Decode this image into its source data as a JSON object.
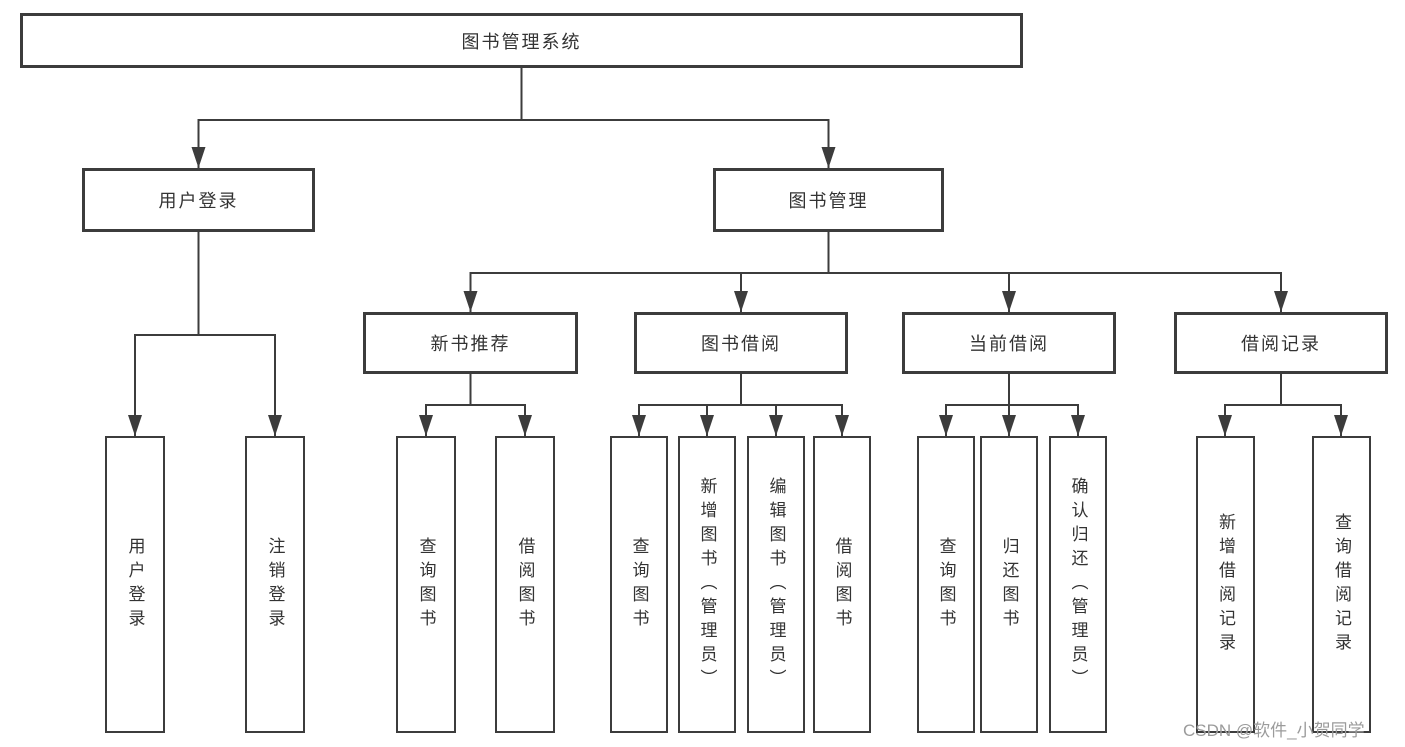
{
  "tree": {
    "root": "图书管理系统",
    "branches": [
      {
        "label": "用户登录",
        "children": [
          "用户登录",
          "注销登录"
        ]
      },
      {
        "label": "图书管理",
        "children": [
          {
            "label": "新书推荐",
            "children": [
              "查询图书",
              "借阅图书"
            ]
          },
          {
            "label": "图书借阅",
            "children": [
              "查询图书",
              "新增图书（管理员）",
              "编辑图书（管理员）",
              "借阅图书"
            ]
          },
          {
            "label": "当前借阅",
            "children": [
              "查询图书",
              "归还图书",
              "确认归还（管理员）"
            ]
          },
          {
            "label": "借阅记录",
            "children": [
              "新增借阅记录",
              "查询借阅记录"
            ]
          }
        ]
      }
    ]
  },
  "watermark": "CSDN @软件_小贺同学",
  "colors": {
    "line": "#3c3c3c",
    "box_border": "#3c3c3c",
    "text": "#333333",
    "watermark_text": "#9b9b9b",
    "background": "#ffffff"
  }
}
